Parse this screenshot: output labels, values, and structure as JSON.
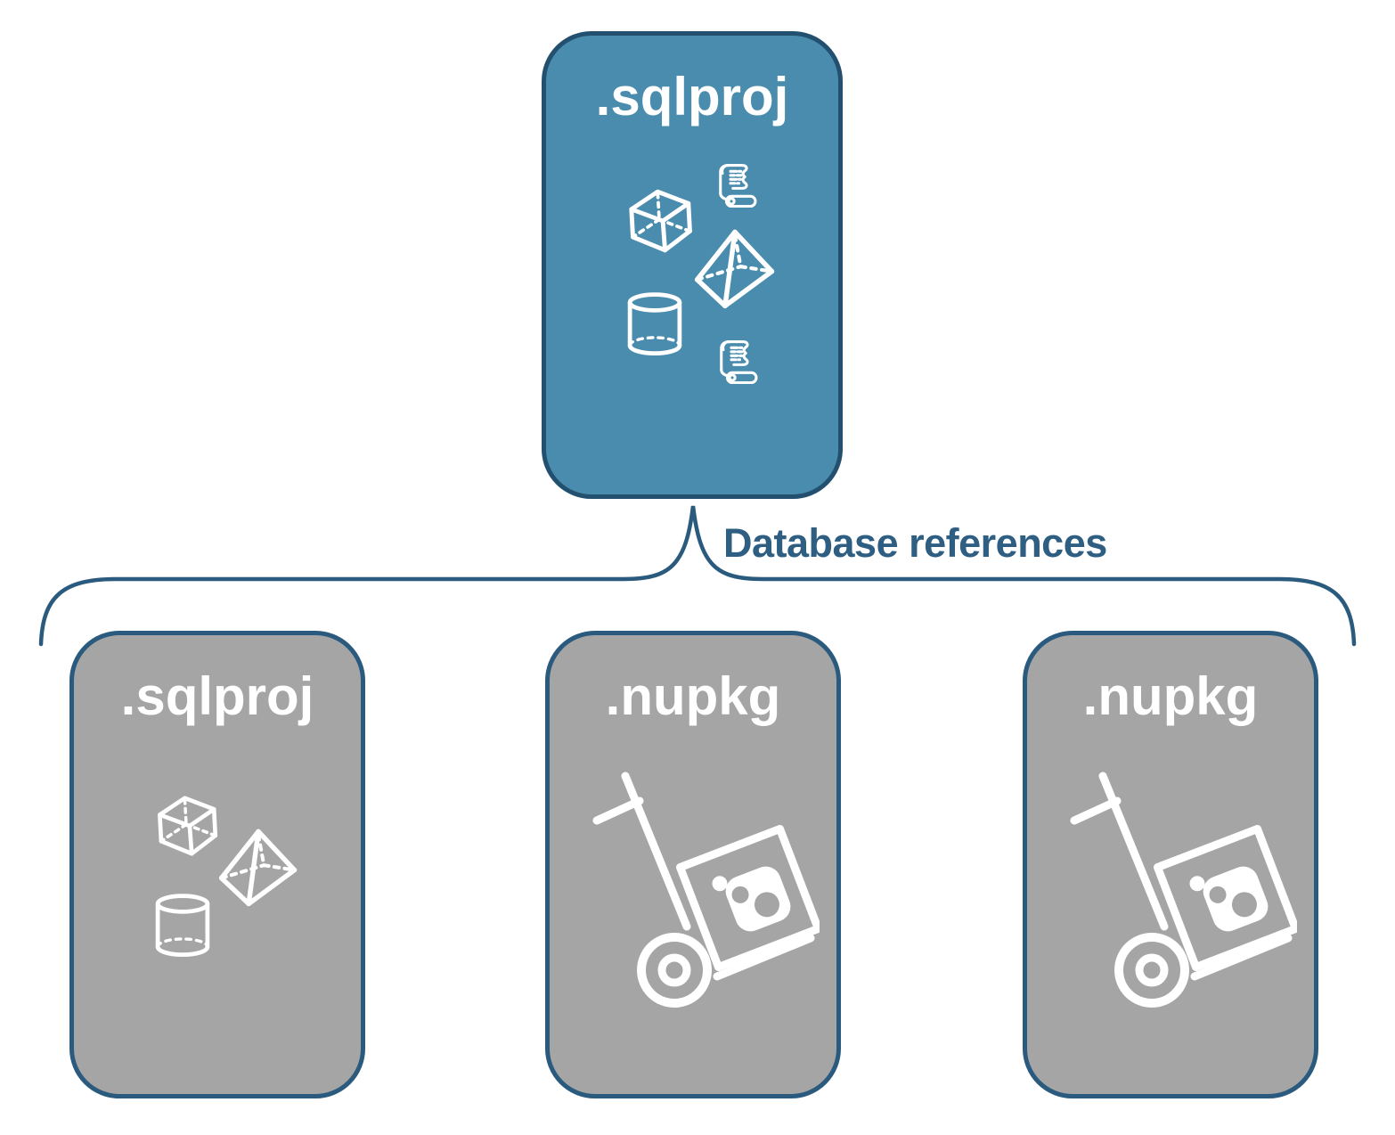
{
  "diagram": {
    "connector": {
      "label": "Database references"
    },
    "cards": {
      "parent": {
        "label": ".sqlproj",
        "icon": "database-objects-icon",
        "icon_parts": [
          "cube-icon",
          "scroll-icon",
          "pyramid-icon",
          "cylinder-icon",
          "scroll-icon"
        ]
      },
      "children": [
        {
          "label": ".sqlproj",
          "icon": "database-objects-icon",
          "icon_parts": [
            "cube-icon",
            "pyramid-icon",
            "cylinder-icon"
          ]
        },
        {
          "label": ".nupkg",
          "icon": "package-dolly-icon",
          "icon_parts": [
            "hand-truck-icon",
            "nuget-package-icon"
          ]
        },
        {
          "label": ".nupkg",
          "icon": "package-dolly-icon",
          "icon_parts": [
            "hand-truck-icon",
            "nuget-package-icon"
          ]
        }
      ]
    },
    "colors": {
      "parent_card_fill": "#4A8CAD",
      "parent_card_border": "#24506F",
      "child_card_fill": "#A5A5A5",
      "child_card_border": "#2A5A7D",
      "connector_line": "#2A5A7D",
      "connector_label_text": "#2E5E82",
      "icon_stroke": "#FFFFFF",
      "page_background": "#FFFFFF"
    }
  }
}
